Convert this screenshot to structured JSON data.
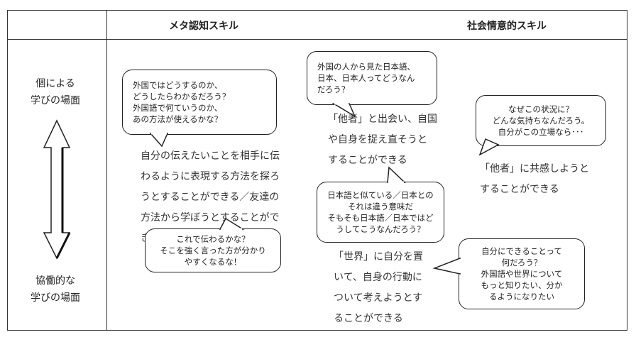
{
  "header": {
    "col1": "メタ認知スキル",
    "col2": "社会情意的スキル"
  },
  "side": {
    "top": "個による\n学びの場面",
    "bottom": "協働的な\n学びの場面"
  },
  "bubbles": {
    "b1": "外国ではどうするのか、\nどうしたらわかるだろう？\n外国語で何ていうのか、\nあの方法が使えるかな？",
    "b2": "これで伝わるかな？\nそこを強く言った方が分かり\nやすくなるな！",
    "b3": "外国の人から見た日本語、\n日本、日本人ってどうなん\nだろう？",
    "b4": "日本語と似ている／日本との\nそれは違う意味だ\nそもそも日本語／日本ではど\nうしてこうなんだろう？",
    "b5": "なぜこの状況に？\nどんな気持ちなんだろう。\n自分がこの立場なら･･･",
    "b6": "自分にできることって\n何だろう？\n外国語や世界について\nもっと知りたい、分か\nるようになりたい"
  },
  "texts": {
    "t1": "自分の伝えたいことを相手に伝\nわるように表現する方法を探ろ\nうとすることができる／友達の\n方法から学ぼうとすることがで\nきる",
    "t2": "「他者」と出会い、自国\nや自身を捉え直そうと\nすることができる",
    "t3": "「他者」に共感しようと\nすることができる",
    "t4": "「世界」に自分を置\nいて、自身の行動に\nついて考えようとす\nることができる"
  }
}
